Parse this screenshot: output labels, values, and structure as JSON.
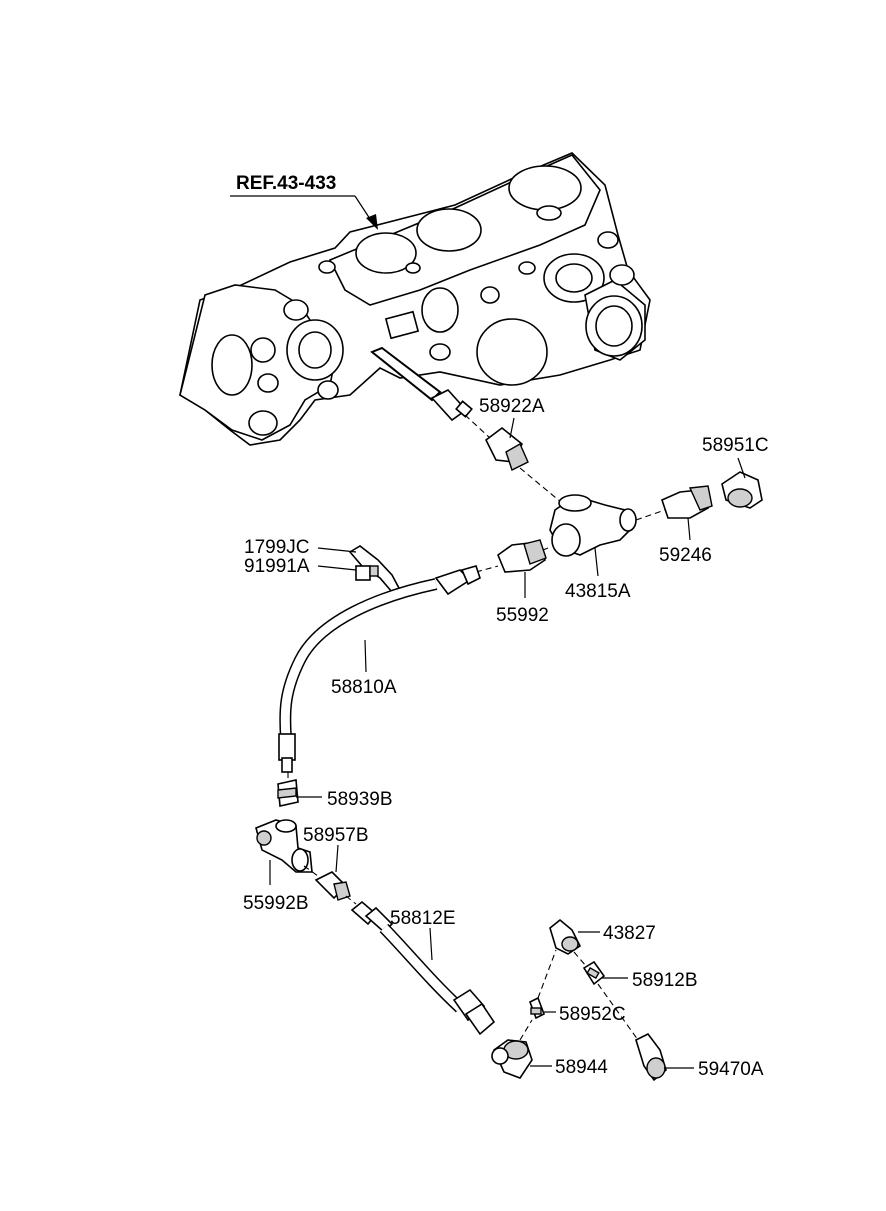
{
  "reference": {
    "label": "REF.43-433"
  },
  "parts": {
    "p58922A": "58922A",
    "p58951C": "58951C",
    "p1799JC": "1799JC",
    "p91991A": "91991A",
    "p59246": "59246",
    "p43815A": "43815A",
    "p55992": "55992",
    "p58810A": "58810A",
    "p58939B": "58939B",
    "p58957B": "58957B",
    "p55992B": "55992B",
    "p58812E": "58812E",
    "p43827": "43827",
    "p58912B": "58912B",
    "p58952C": "58952C",
    "p58944": "58944",
    "p59470A": "59470A"
  }
}
